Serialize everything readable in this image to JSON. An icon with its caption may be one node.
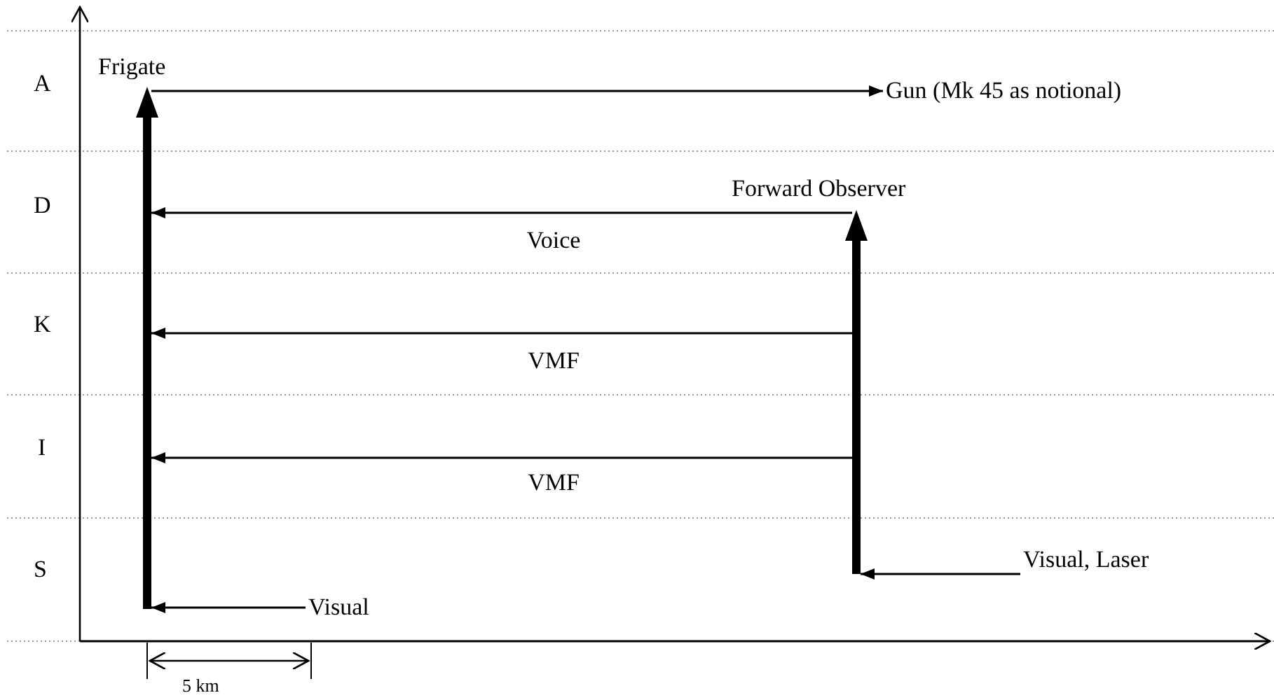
{
  "diagram": {
    "nodes": [
      {
        "text": [
          "Frigate"
        ]
      },
      {
        "text": [
          "Gun (Mk 45 as notional)"
        ]
      },
      {
        "text": [
          "Forward Observer"
        ]
      },
      {
        "text": [
          "Visual"
        ]
      },
      {
        "text": [
          "Visual, Laser"
        ]
      }
    ],
    "edges": [
      {
        "from": 0,
        "to": 1,
        "arrow": "to"
      },
      {
        "from": 2,
        "to": 0,
        "arrow": "to",
        "label": "Voice"
      },
      {
        "from": 2,
        "to": 0,
        "arrow": "to",
        "label": "VMF"
      },
      {
        "from": 2,
        "to": 0,
        "arrow": "to",
        "label": "VMF"
      },
      {
        "from": 3,
        "to": 0,
        "arrow": "to"
      },
      {
        "from": 4,
        "to": 2,
        "arrow": "to"
      }
    ],
    "labels": [
      "A",
      "D",
      "K",
      "I",
      "S",
      "5 km"
    ]
  }
}
